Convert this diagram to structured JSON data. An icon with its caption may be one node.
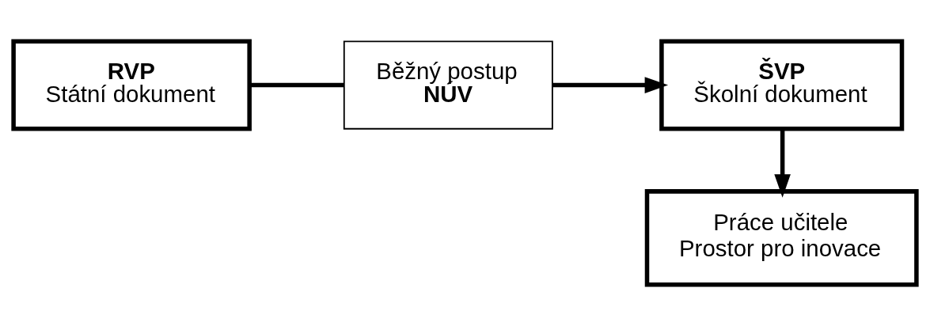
{
  "diagram": {
    "nodes": [
      {
        "text": [
          "RVP",
          "Státní dokument"
        ]
      },
      {
        "text": [
          "Běžný postup",
          "NÚV"
        ]
      },
      {
        "text": [
          "ŠVP",
          "Školní dokument"
        ]
      },
      {
        "text": [
          "Práce učitele",
          "Prostor pro inovace"
        ]
      }
    ],
    "edges": [
      {
        "from": 0,
        "to": 1,
        "arrow": "none"
      },
      {
        "from": 1,
        "to": 2,
        "arrow": "to"
      },
      {
        "from": 2,
        "to": 3,
        "arrow": "to"
      }
    ]
  }
}
